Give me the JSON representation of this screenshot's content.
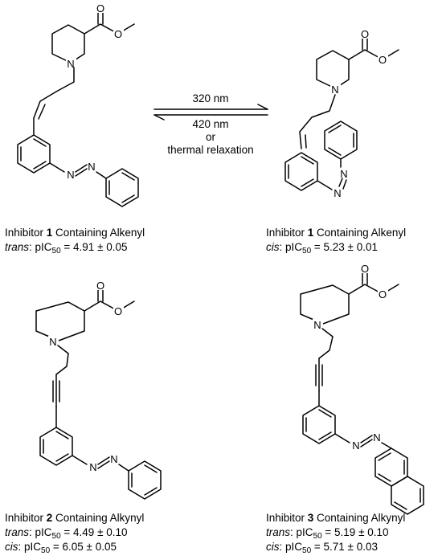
{
  "reaction": {
    "forward_label": "320 nm",
    "reverse_labels": [
      "420 nm",
      "or",
      "thermal relaxation"
    ]
  },
  "atoms": {
    "nitrogen": "N",
    "oxygen": "O"
  },
  "compounds": [
    {
      "prefix": "Inhibitor ",
      "number": "1",
      "suffix": " Containing Alkenyl",
      "values": [
        {
          "isomer": "trans",
          "label": ": pIC",
          "sub": "50",
          "value": " = 4.91 ± 0.05"
        }
      ]
    },
    {
      "prefix": "Inhibitor ",
      "number": "1",
      "suffix": " Containing Alkenyl",
      "values": [
        {
          "isomer": "cis",
          "label": ": pIC",
          "sub": "50",
          "value": " = 5.23 ± 0.01"
        }
      ]
    },
    {
      "prefix": "Inhibitor ",
      "number": "2",
      "suffix": " Containing Alkynyl",
      "values": [
        {
          "isomer": "trans",
          "label": ": pIC",
          "sub": "50",
          "value": " = 4.49 ± 0.10"
        },
        {
          "isomer": "cis",
          "label": ": pIC",
          "sub": "50",
          "value": " = 6.05 ± 0.05"
        }
      ]
    },
    {
      "prefix": "Inhibitor ",
      "number": "3",
      "suffix": " Containing Alkynyl",
      "values": [
        {
          "isomer": "trans",
          "label": ": pIC",
          "sub": "50",
          "value": " = 5.19 ± 0.10"
        },
        {
          "isomer": "cis",
          "label": ": pIC",
          "sub": "50",
          "value": " = 5.71 ± 0.03"
        }
      ]
    }
  ]
}
